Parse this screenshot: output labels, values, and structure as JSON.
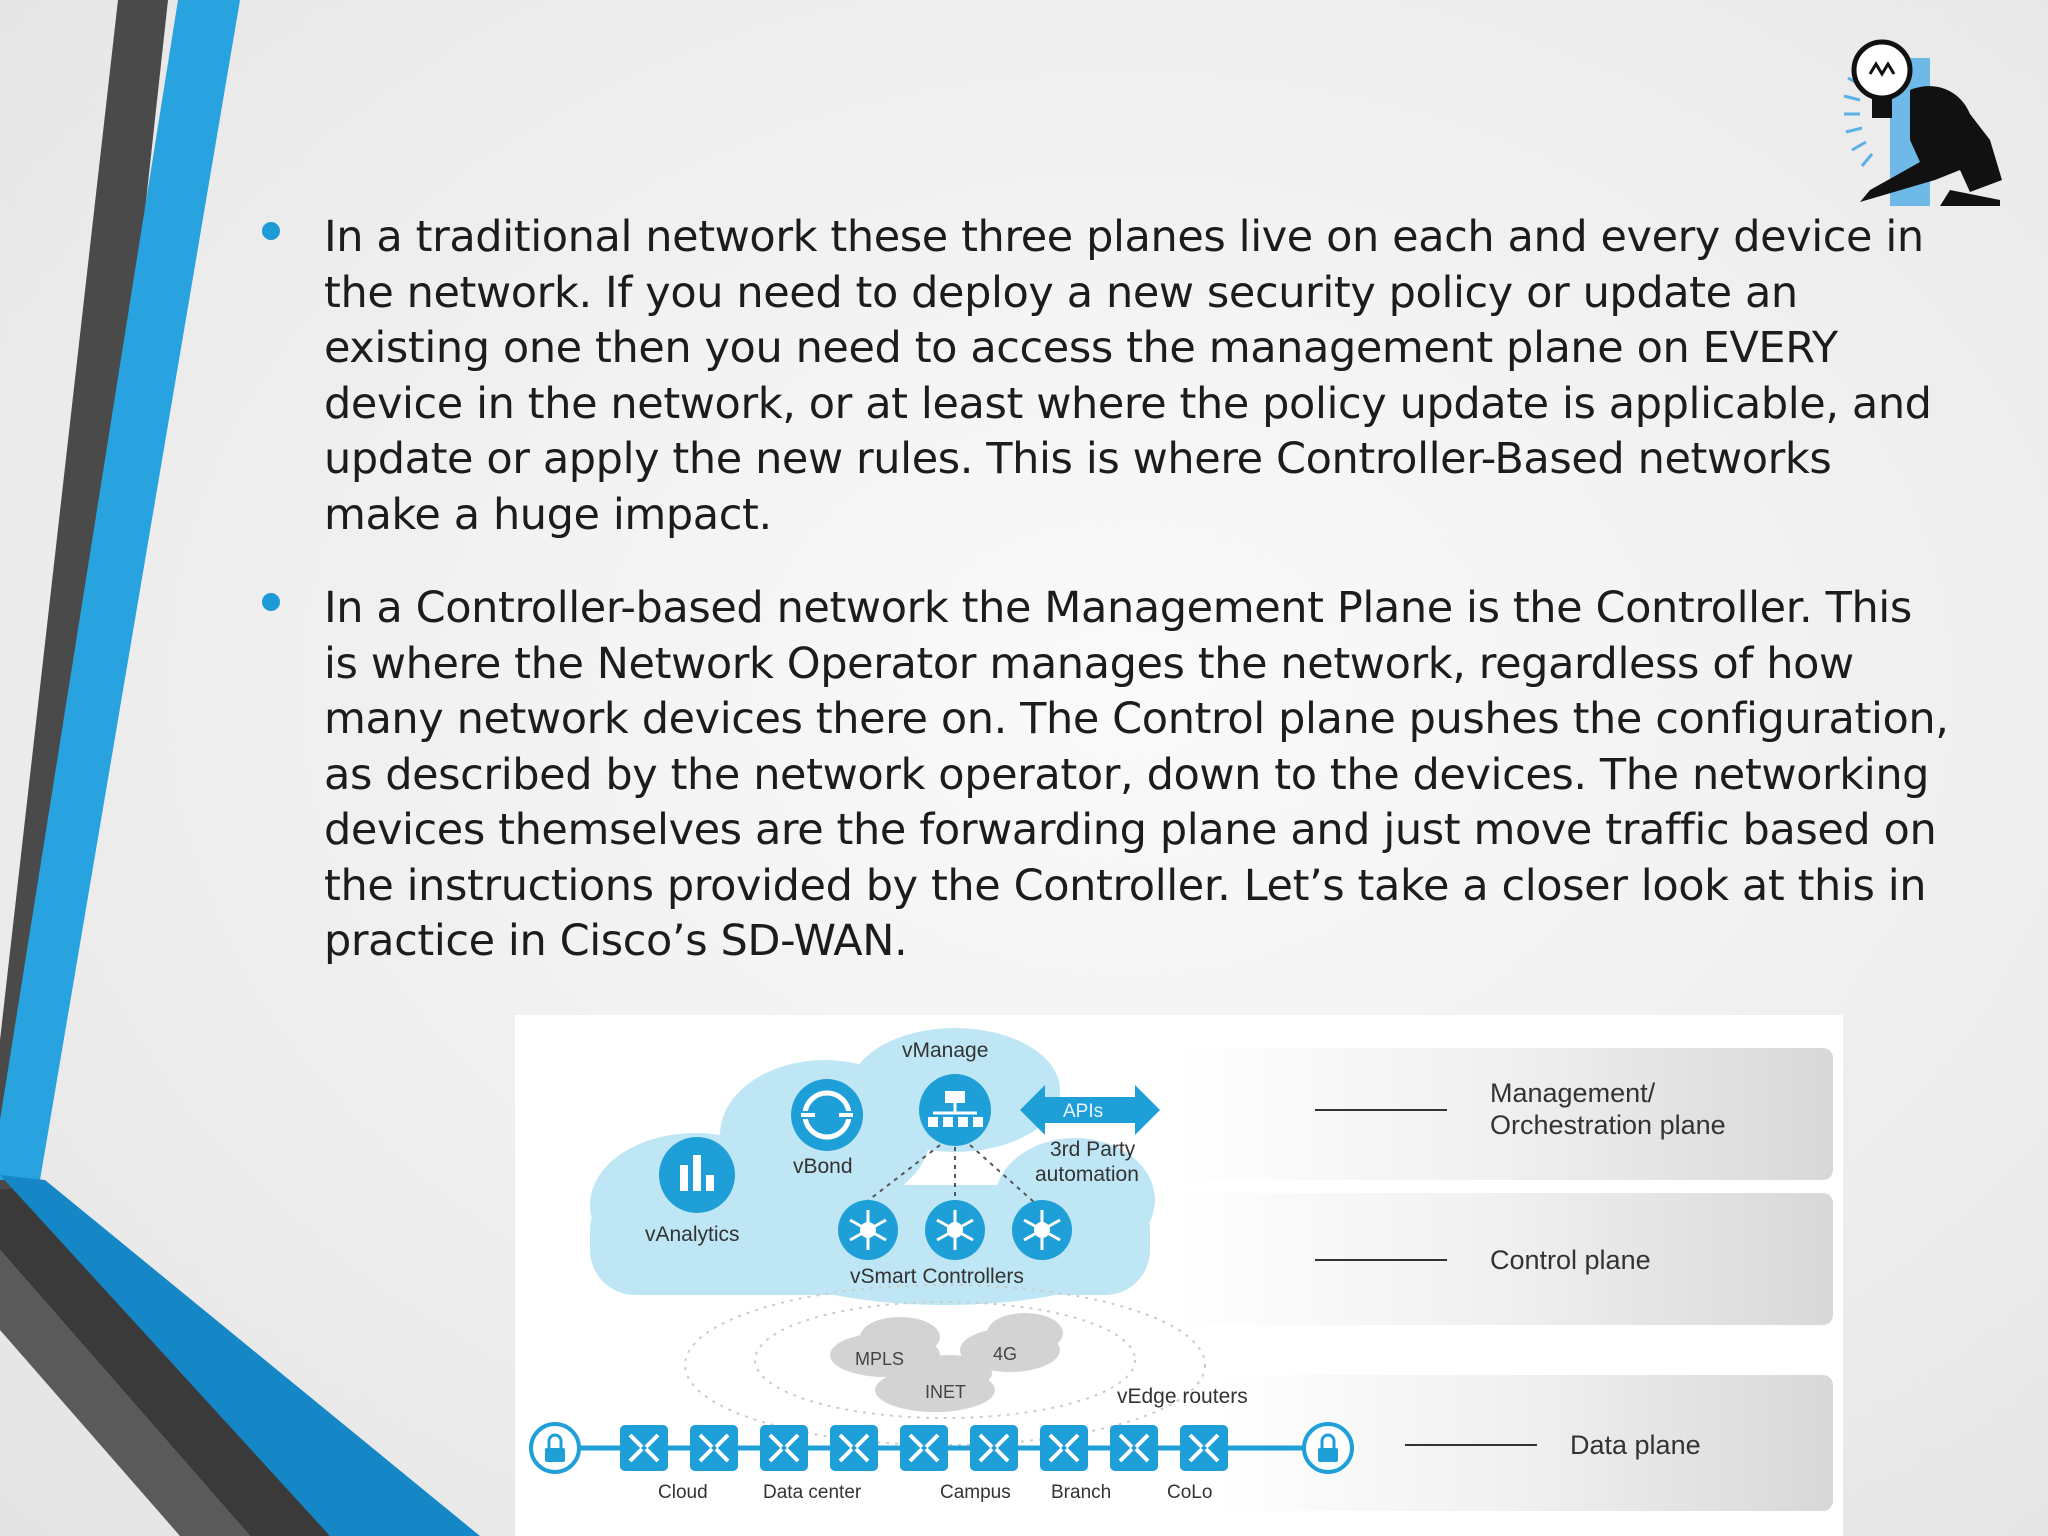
{
  "bullets": [
    {
      "text": "In a traditional network these three planes live on each and every device in the network. If you need to deploy a new security policy or update an existing one then you need to access the management plane on EVERY device in the network, or at least where the policy update is applicable, and update or apply the new rules. This is where Controller-Based networks make a huge impact."
    },
    {
      "text": "In a Controller-based network the Management Plane is the Controller. This is where the Network Operator manages the network, regardless of how many network devices there on. The Control plane pushes the configuration, as described by the network operator, down to the devices. The networking devices themselves are the forwarding plane and just move traffic based on the instructions provided by the Controller. Let’s take a closer look at this in practice in Cisco’s SD-WAN."
    }
  ],
  "diagram": {
    "vmanage": "vManage",
    "vbond": "vBond",
    "vanalytics": "vAnalytics",
    "apis": "APIs",
    "third_party_1": "3rd Party",
    "third_party_2": "automation",
    "vsmart": "vSmart Controllers",
    "mpls": "MPLS",
    "fourg": "4G",
    "inet": "INET",
    "vedge": "vEdge routers",
    "sites": [
      "Cloud",
      "Data center",
      "Campus",
      "Branch",
      "CoLo"
    ],
    "planes": {
      "management_line1": "Management/",
      "management_line2": "Orchestration plane",
      "control": "Control plane",
      "data": "Data plane"
    }
  },
  "colors": {
    "accent_blue": "#1e9ad6",
    "bright_blue": "#29a3e0",
    "dark_gray": "#4a4a4a",
    "cloud_blue": "#bfe6f5"
  },
  "icons": {
    "logo": "lightbulb-person-icon",
    "bullet": "bullet-dot"
  }
}
